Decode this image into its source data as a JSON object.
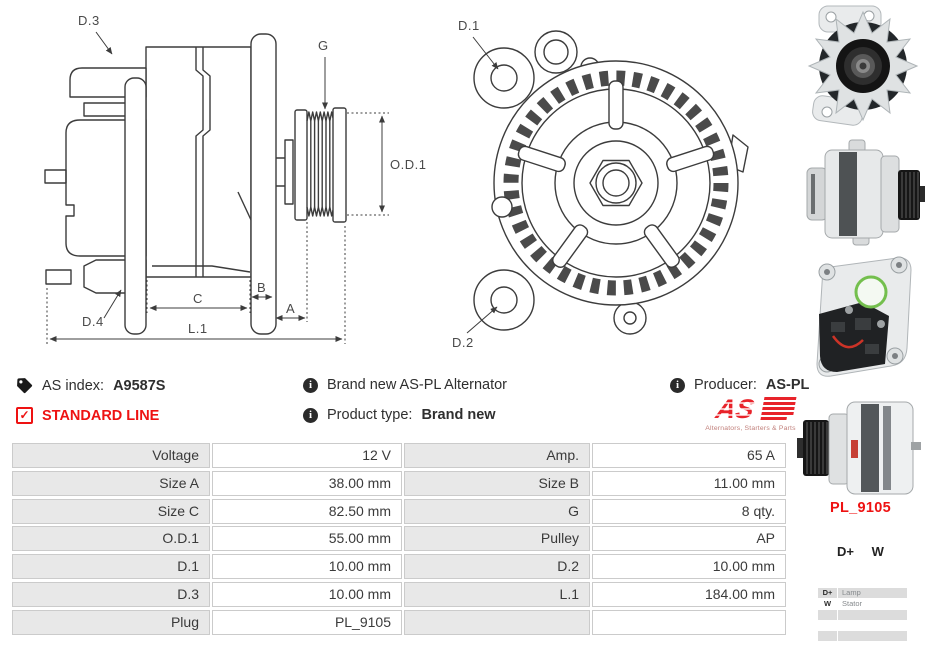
{
  "colors": {
    "red": "#ee1212",
    "line": "#3c3c3c",
    "dim_text": "#4a4a4a"
  },
  "side_view": {
    "d3": "D.3",
    "d4": "D.4",
    "g": "G",
    "od1": "O.D.1",
    "c": "C",
    "b": "B",
    "a": "A",
    "l1": "L.1"
  },
  "front_view": {
    "d1": "D.1",
    "d2": "D.2"
  },
  "info": {
    "as_index_label": "AS index:",
    "as_index_value": "A9587S",
    "standard_line": "STANDARD LINE",
    "brand_new": "Brand new AS-PL Alternator",
    "product_type_label": "Product type:",
    "product_type_value": "Brand new",
    "producer_label": "Producer:",
    "producer_value": "AS-PL",
    "logo_text": "AS",
    "logo_tagline": "Alternators, Starters & Parts"
  },
  "spec_table": {
    "rows": [
      {
        "l1": "Voltage",
        "v1": "12 V",
        "l2": "Amp.",
        "v2": "65 A"
      },
      {
        "l1": "Size A",
        "v1": "38.00 mm",
        "l2": "Size B",
        "v2": "11.00 mm"
      },
      {
        "l1": "Size C",
        "v1": "82.50 mm",
        "l2": "G",
        "v2": "8 qty."
      },
      {
        "l1": "O.D.1",
        "v1": "55.00 mm",
        "l2": "Pulley",
        "v2": "AP"
      },
      {
        "l1": "D.1",
        "v1": "10.00 mm",
        "l2": "D.2",
        "v2": "10.00 mm"
      },
      {
        "l1": "D.3",
        "v1": "10.00 mm",
        "l2": "L.1",
        "v2": "184.00 mm"
      },
      {
        "l1": "Plug",
        "v1": "PL_9105",
        "l2": "",
        "v2": ""
      }
    ]
  },
  "plug": {
    "code": "PL_9105",
    "terminal1": "D+",
    "terminal2": "W",
    "legend": [
      {
        "term": "D+",
        "desc": "Lamp"
      },
      {
        "term": "W",
        "desc": "Stator"
      },
      {
        "term": "",
        "desc": ""
      },
      {
        "term": "",
        "desc": ""
      },
      {
        "term": "",
        "desc": ""
      }
    ]
  }
}
